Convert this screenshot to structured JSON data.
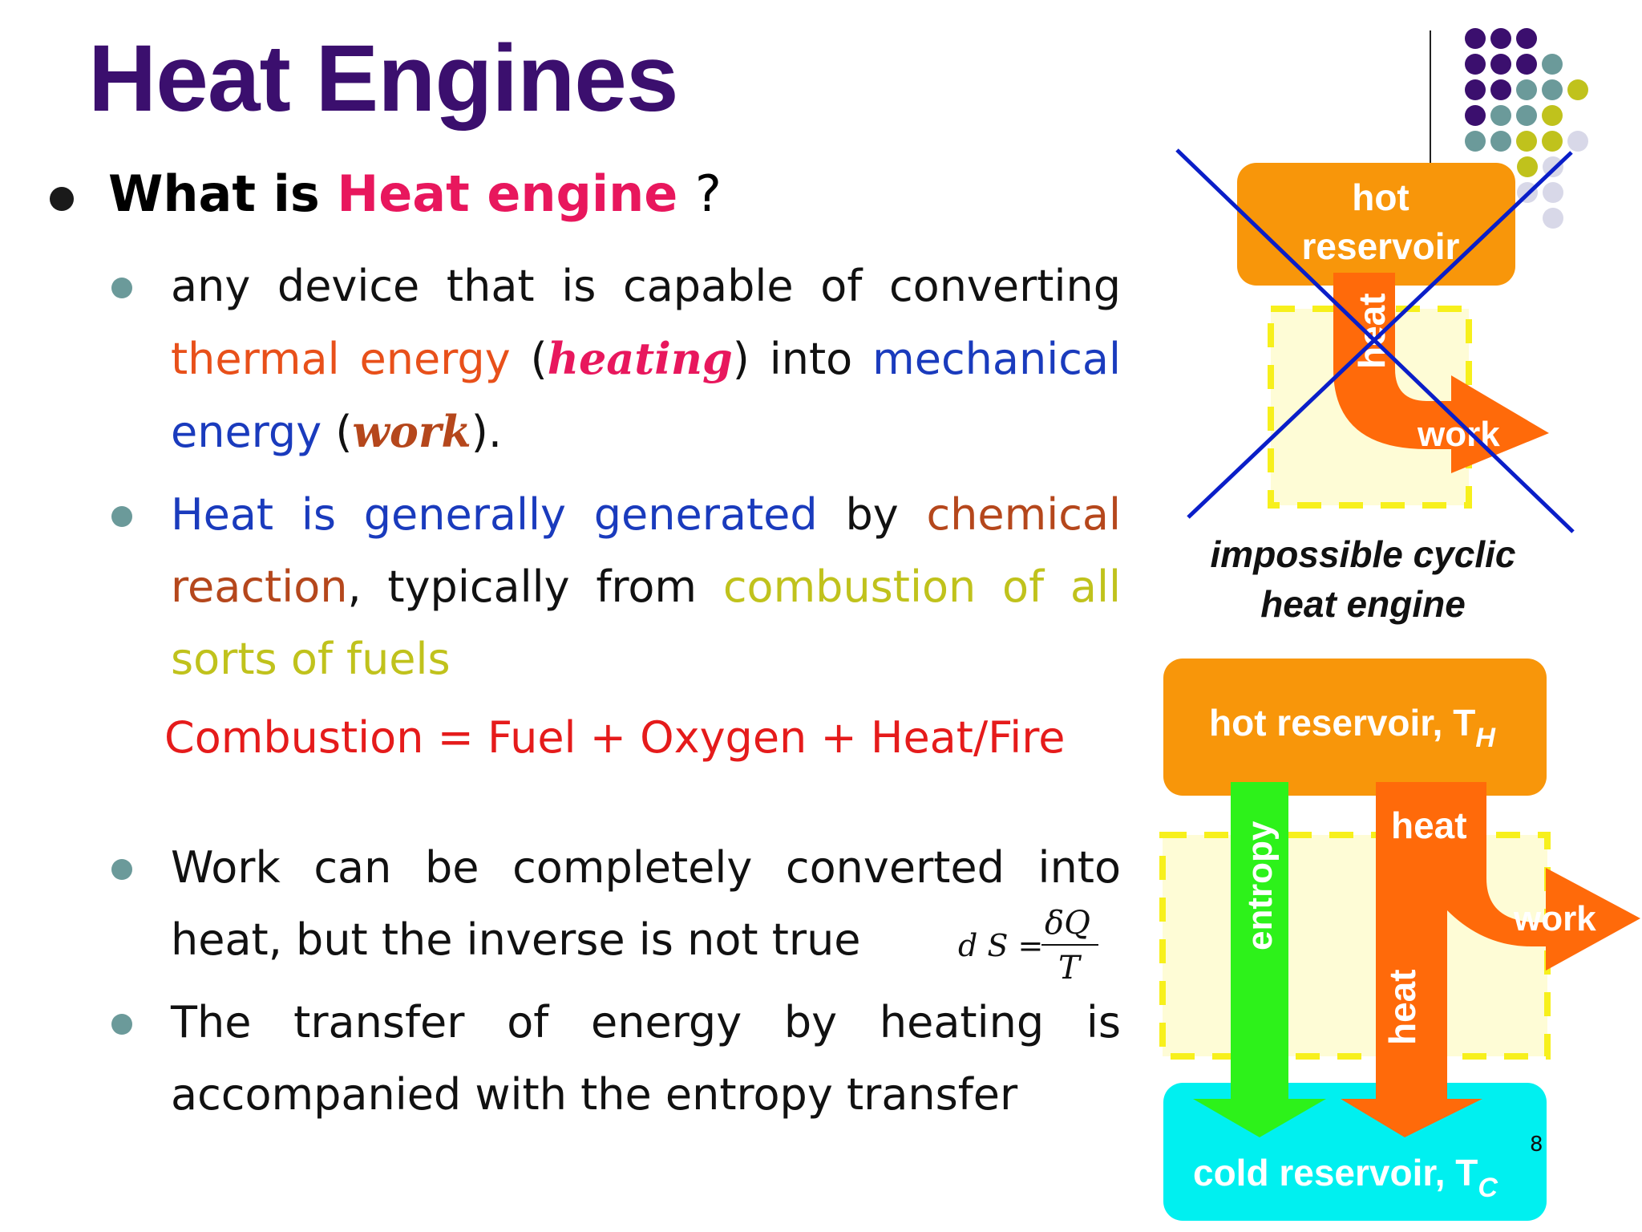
{
  "title": "Heat Engines",
  "question": {
    "prefix": "What is",
    "highlight": "Heat engine",
    "suffix": "?"
  },
  "bullets": [
    {
      "id": "definition",
      "segments": [
        "any device that is capable of converting",
        "thermal energy",
        "(",
        "heating",
        ") into",
        "mechanical energy",
        "(",
        "work",
        ")."
      ]
    },
    {
      "id": "heat-source",
      "segments": [
        "Heat is generally generated",
        "by",
        "chemical reaction",
        ", typically from",
        "combustion of all sorts of fuels"
      ]
    },
    {
      "id": "work-heat",
      "segments": [
        "Work can be completely converted into heat, but the inverse is not true"
      ]
    },
    {
      "id": "entropy",
      "segments": [
        "The transfer of energy by heating is accompanied with the entropy transfer"
      ]
    }
  ],
  "combustion": "Combustion = Fuel + Oxygen + Heat/Fire",
  "formula": {
    "lhs": "d S =",
    "numerator": "δQ",
    "denominator": "T"
  },
  "diagram_top": {
    "reservoir_line1": "hot",
    "reservoir_line2": "reservoir",
    "heat_label": "heat",
    "work_label": "work",
    "caption_line1": "impossible cyclic",
    "caption_line2": "heat engine"
  },
  "diagram_bottom": {
    "hot_label": "hot reservoir, T",
    "hot_sub": "H",
    "cold_label": "cold reservoir, T",
    "cold_sub": "C",
    "entropy_label": "entropy",
    "heat_top_label": "heat",
    "heat_down_label": "heat",
    "work_label": "work"
  },
  "page_number": "8",
  "colors": {
    "title": "#3b0f6e",
    "reservoir_hot": "#f8960a",
    "arrow_heat": "#ff6a0a",
    "arrow_entropy": "#2df21a",
    "reservoir_cold": "#00f0f0",
    "engine_box_fill": "#fefcd6",
    "engine_box_border": "#f7f01c",
    "cross": "#0a1ec8",
    "dots": [
      "#3b0f6e",
      "#6b9a9a",
      "#c0c21c",
      "#d8d8e8"
    ]
  }
}
